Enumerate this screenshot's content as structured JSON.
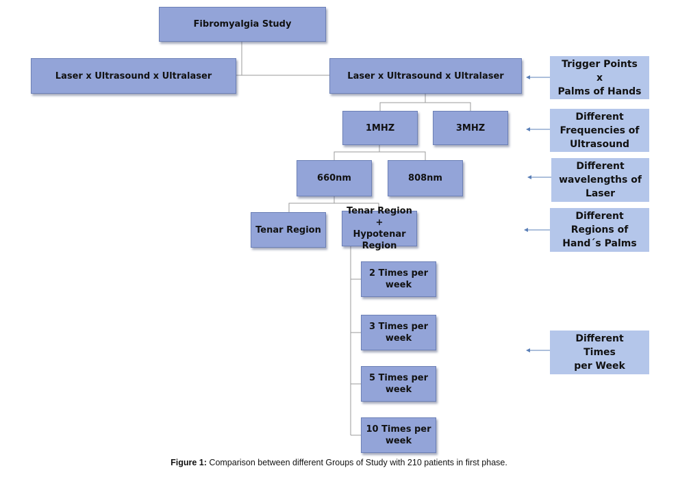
{
  "colors": {
    "node_fill": "#93a4d8",
    "node_border": "#6b7fb5",
    "label_fill": "#b4c6ea",
    "connector": "#9a9a9a",
    "arrow": "#5a7fb7"
  },
  "nodes": {
    "root": "Fibromyalgia Study",
    "left_branch": "Laser  x Ultrasound x  Ultralaser",
    "right_branch": "Laser  x Ultrasound  x Ultralaser",
    "freq_1mhz": "1MHZ",
    "freq_3mhz": "3MHZ",
    "wave_660": "660nm",
    "wave_808": "808nm",
    "tenar": "Tenar Region",
    "tenar_hypotenar": "Tenar Region +\nHypotenar\nRegion",
    "times_2": "2 Times per\nweek",
    "times_3": "3 Times per\nweek",
    "times_5": "5 Times per\nweek",
    "times_10": "10 Times per\nweek"
  },
  "side_labels": {
    "trigger_points": "Trigger Points\nx\nPalms of Hands",
    "frequencies": "Different\nFrequencies of\nUltrasound",
    "wavelengths": "Different\nwavelengths of\nLaser",
    "regions": "Different\nRegions of\nHand´s Palms",
    "times": "Different\nTimes\nper Week"
  },
  "caption": {
    "label": "Figure 1:",
    "text": " Comparison between different Groups of Study with 210 patients in first phase."
  }
}
